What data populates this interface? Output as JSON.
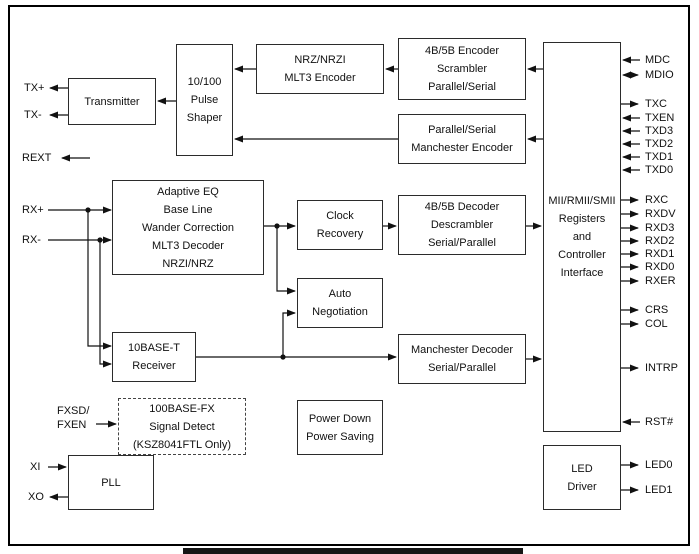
{
  "palette": {
    "ink": "#111111",
    "background": "#ffffff"
  },
  "blocks": {
    "transmitter": {
      "lines": [
        "Transmitter"
      ]
    },
    "pulse_shaper": {
      "lines": [
        "10/100",
        "Pulse",
        "Shaper"
      ]
    },
    "mlt3_encoder": {
      "lines": [
        "NRZ/NRZI",
        "MLT3 Encoder"
      ]
    },
    "encoder_4b5b": {
      "lines": [
        "4B/5B Encoder",
        "Scrambler",
        "Parallel/Serial"
      ]
    },
    "manchester_encoder": {
      "lines": [
        "Parallel/Serial",
        "Manchester Encoder"
      ]
    },
    "adaptive_eq": {
      "lines": [
        "Adaptive EQ",
        "Base Line",
        "Wander Correction",
        "MLT3 Decoder",
        "NRZI/NRZ"
      ]
    },
    "clock_recovery": {
      "lines": [
        "Clock",
        "Recovery"
      ]
    },
    "decoder_4b5b": {
      "lines": [
        "4B/5B Decoder",
        "Descrambler",
        "Serial/Parallel"
      ]
    },
    "auto_negotiation": {
      "lines": [
        "Auto",
        "Negotiation"
      ]
    },
    "receiver_10baset": {
      "lines": [
        "10BASE-T",
        "Receiver"
      ]
    },
    "manchester_decoder": {
      "lines": [
        "Manchester Decoder",
        "Serial/Parallel"
      ]
    },
    "fx_signal_detect": {
      "lines": [
        "100BASE-FX",
        "Signal Detect",
        "(KSZ8041FTL Only)"
      ]
    },
    "power": {
      "lines": [
        "Power Down",
        "Power Saving"
      ]
    },
    "pll": {
      "lines": [
        "PLL"
      ]
    },
    "mii": {
      "lines": [
        "MII/RMII/SMII",
        "Registers",
        "and",
        "Controller",
        "Interface"
      ]
    },
    "led_driver": {
      "lines": [
        "LED",
        "Driver"
      ]
    }
  },
  "pins_left": {
    "txp": "TX+",
    "txm": "TX-",
    "rext": "REXT",
    "rxp": "RX+",
    "rxm": "RX-",
    "fxsd": "FXSD/",
    "fxen": "FXEN",
    "xi": "XI",
    "xo": "XO"
  },
  "pins_right": [
    "MDC",
    "MDIO",
    "TXC",
    "TXEN",
    "TXD3",
    "TXD2",
    "TXD1",
    "TXD0",
    "RXC",
    "RXDV",
    "RXD3",
    "RXD2",
    "RXD1",
    "RXD0",
    "RXER",
    "CRS",
    "COL",
    "INTRP",
    "RST#",
    "LED0",
    "LED1"
  ]
}
